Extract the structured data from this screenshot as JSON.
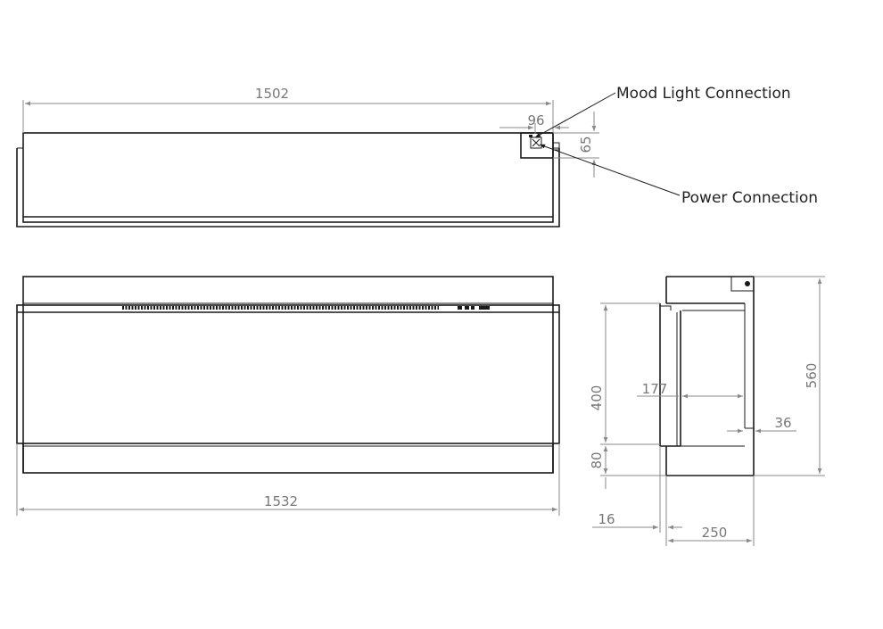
{
  "dimensions": {
    "top_width": "1502",
    "conn_offset": "96",
    "conn_height": "65",
    "front_width": "1532",
    "glass_height": "400",
    "base_height": "80",
    "total_height": "560",
    "inner_depth": "177",
    "lip_depth": "36",
    "rear_offset": "16",
    "total_depth": "250"
  },
  "callouts": {
    "mood_light": "Mood Light Connection",
    "power": "Power Connection"
  },
  "colors": {
    "outline": "#1a1a1a",
    "dimension": "#8a8a8a",
    "dimension_text": "#777777",
    "label_text": "#222222"
  }
}
